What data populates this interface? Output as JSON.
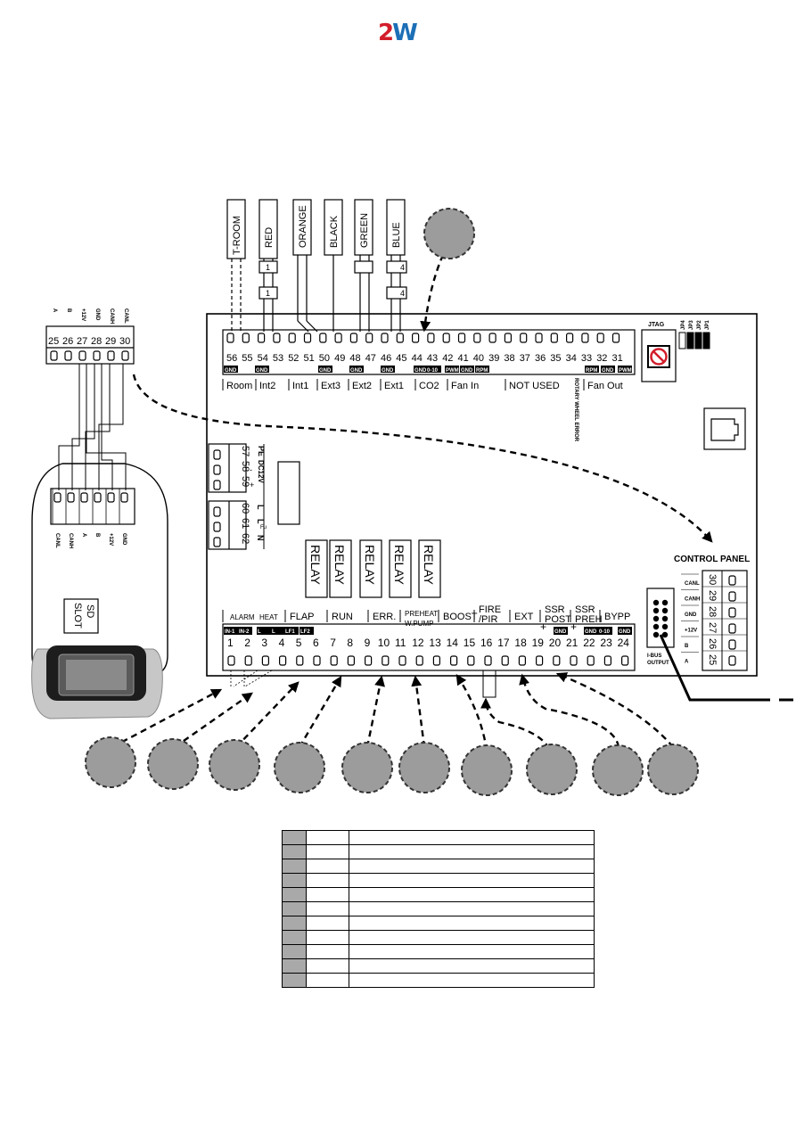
{
  "logo": {
    "part1": "2",
    "part2": "W"
  },
  "sensor_wires": [
    "T-ROOM",
    "RED",
    "ORANGE",
    "BLACK",
    "GREEN",
    "BLUE"
  ],
  "wire_markers": [
    "1",
    "1",
    "4",
    "4"
  ],
  "top_terminals": [
    "56",
    "55",
    "54",
    "53",
    "52",
    "51",
    "50",
    "49",
    "48",
    "47",
    "46",
    "45",
    "44",
    "43",
    "42",
    "41",
    "40",
    "39",
    "38",
    "37",
    "36",
    "35",
    "34",
    "33",
    "32",
    "31"
  ],
  "top_small_labels": [
    "GND",
    "GND",
    "GND",
    "GND",
    "GND",
    "GND",
    "0-10",
    "PWM",
    "GND",
    "RPM",
    "RPM",
    "GND",
    "PWM"
  ],
  "top_groups": [
    "Room",
    "Int2",
    "Int1",
    "Ext3",
    "Ext2",
    "Ext1",
    "CO2",
    "Fan In",
    "NOT USED",
    "Fan Out"
  ],
  "rotary_label": "ROTARY WHEEL ERROR",
  "jtag": "JTAG",
  "jumpers": [
    "JP4",
    "JP3",
    "JP2",
    "JP1"
  ],
  "left_connector": {
    "terminals": [
      "25",
      "26",
      "27",
      "28",
      "29",
      "30"
    ],
    "signals": [
      "A",
      "B",
      "+12V",
      "GND",
      "CANH",
      "CANL"
    ]
  },
  "panel_connector": {
    "signals": [
      "CANL",
      "CANH",
      "A",
      "B",
      "+12V",
      "GND"
    ]
  },
  "sd_slot": "SD SLOT",
  "pe_block": {
    "terminals": [
      "57",
      "58",
      "59"
    ],
    "labels": [
      "PE",
      "DC12V",
      "-",
      "+"
    ]
  },
  "power_block": {
    "terminals": [
      "60",
      "61",
      "62"
    ],
    "labels": [
      "L",
      "L",
      "N"
    ],
    "sub": "Fu"
  },
  "relays": [
    "RELAY",
    "RELAY",
    "RELAY",
    "RELAY",
    "RELAY"
  ],
  "control_panel": {
    "title": "CONTROL PANEL",
    "terminals": [
      "30",
      "29",
      "28",
      "27",
      "26",
      "25"
    ],
    "signals": [
      "CANL",
      "CANH",
      "GND",
      "+12V",
      "B",
      "A"
    ]
  },
  "ibus": "I-BUS OUTPUT",
  "bottom_groups": [
    "ALARM",
    "HEAT",
    "FLAP",
    "RUN",
    "ERR.",
    "PREHEAT W.PUMP",
    "BOOST",
    "FIRE /PIR",
    "EXT",
    "SSR POST",
    "SSR PREH",
    "BYPP"
  ],
  "bottom_small_labels": [
    "IN-1",
    "IN-2",
    "L",
    "L",
    "LF1",
    "LF2",
    "+",
    "GND",
    "+",
    "GND",
    "0-10",
    "GND"
  ],
  "bottom_terminals": [
    "1",
    "2",
    "3",
    "4",
    "5",
    "6",
    "7",
    "8",
    "9",
    "10",
    "11",
    "12",
    "13",
    "14",
    "15",
    "16",
    "17",
    "18",
    "19",
    "20",
    "21",
    "22",
    "23",
    "24"
  ],
  "legend_rows": 11
}
